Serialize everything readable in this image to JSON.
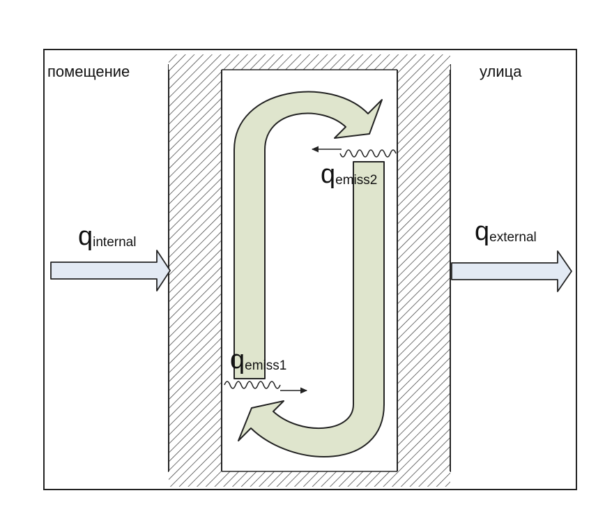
{
  "labels": {
    "room": "помещение",
    "street": "улица"
  },
  "fluxes": {
    "internal": {
      "symbol": "q",
      "subscript": "internal"
    },
    "external": {
      "symbol": "q",
      "subscript": "external"
    },
    "emiss1": {
      "symbol": "q",
      "subscript": "emiss1"
    },
    "emiss2": {
      "symbol": "q",
      "subscript": "emiss2"
    }
  },
  "colors": {
    "loop_fill": "#dfe5cd",
    "flux_arrow_fill": "#e3eaf4",
    "stroke": "#222222",
    "hatch": "#333333"
  }
}
